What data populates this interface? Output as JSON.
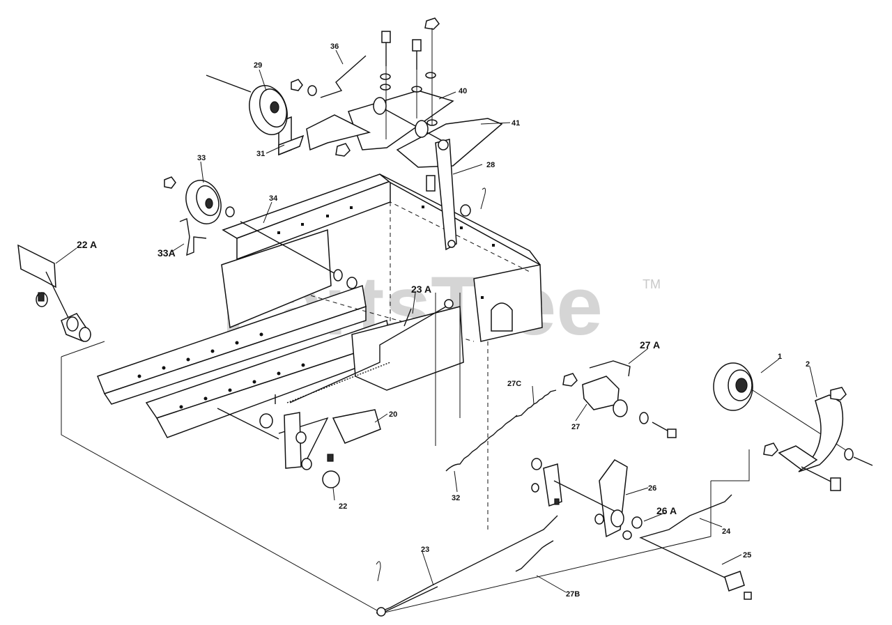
{
  "watermark": {
    "text": "PartsTree",
    "trademark": "TM"
  },
  "labels": {
    "l1": "1",
    "l2": "2",
    "l20": "20",
    "l22": "22",
    "l22a": "22 A",
    "l23": "23",
    "l23a": "23 A",
    "l24": "24",
    "l25": "25",
    "l26": "26",
    "l26a": "26 A",
    "l27": "27",
    "l27a": "27 A",
    "l27b": "27B",
    "l27c": "27C",
    "l28": "28",
    "l29": "29",
    "l31": "31",
    "l32": "32",
    "l33": "33",
    "l33a": "33A",
    "l34": "34",
    "l36": "36",
    "l40": "40",
    "l41": "41"
  }
}
